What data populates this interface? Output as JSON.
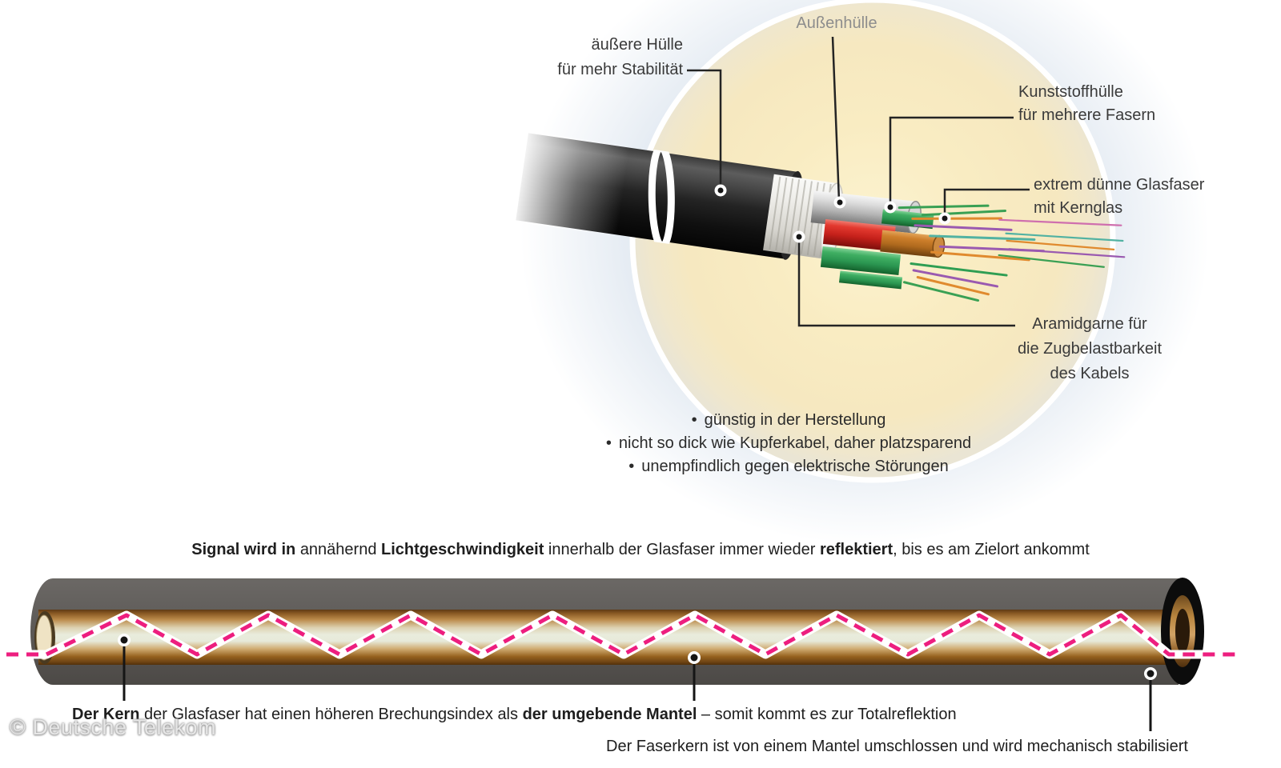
{
  "cable_diagram": {
    "labels": {
      "outer_sheath": {
        "lines": [
          "äußere Hülle",
          "für mehr Stabilität"
        ]
      },
      "outer_jacket": {
        "text": "Außenhülle"
      },
      "plastic_sheath": {
        "lines": [
          "Kunststoffhülle",
          "für mehrere Fasern"
        ]
      },
      "glass_fiber": {
        "lines": [
          "extrem dünne Glasfaser",
          "mit Kernglas"
        ]
      },
      "aramid": {
        "lines": [
          "Aramidgarne für",
          "die Zugbelastbarkeit",
          "des Kabels"
        ]
      }
    },
    "bullet_char": "•",
    "bullets": [
      "günstig in der Herstellung",
      "nicht so dick wie Kupferkabel, daher platzsparend",
      "unempfindlich gegen elektrische Störungen"
    ]
  },
  "reflection_diagram": {
    "caption_segments": [
      {
        "text": "Signal wird in ",
        "bold": true
      },
      {
        "text": "annähernd ",
        "bold": false
      },
      {
        "text": "Lichtgeschwindigkeit",
        "bold": true
      },
      {
        "text": " innerhalb der Glasfaser immer wieder ",
        "bold": false
      },
      {
        "text": "reflektiert",
        "bold": true
      },
      {
        "text": ", bis es am Zielort ankommt",
        "bold": false
      }
    ],
    "core_label_segments": [
      {
        "text": "Der Kern",
        "bold": true
      },
      {
        "text": " der Glasfaser hat einen höheren Brechungsindex als ",
        "bold": false
      },
      {
        "text": "der umgebende Mantel",
        "bold": true
      },
      {
        "text": " – somit kommt es zur Totalreflektion",
        "bold": false
      }
    ],
    "mantle_label": "Der Faserkern ist von einem Mantel umschlossen und wird mechanisch stabilisiert"
  },
  "copyright": "© Deutsche Telekom",
  "colors": {
    "magenta_ray": "#ed1e7f",
    "glow_center": "#fcf3d0",
    "halo_blue": "#bccce0",
    "jacket_gray": "#5e5b58",
    "tube_red": "#c4201a",
    "tube_green": "#2a9550",
    "tube_orange": "#b06a1e",
    "label_gray": "#8d8d8d"
  }
}
